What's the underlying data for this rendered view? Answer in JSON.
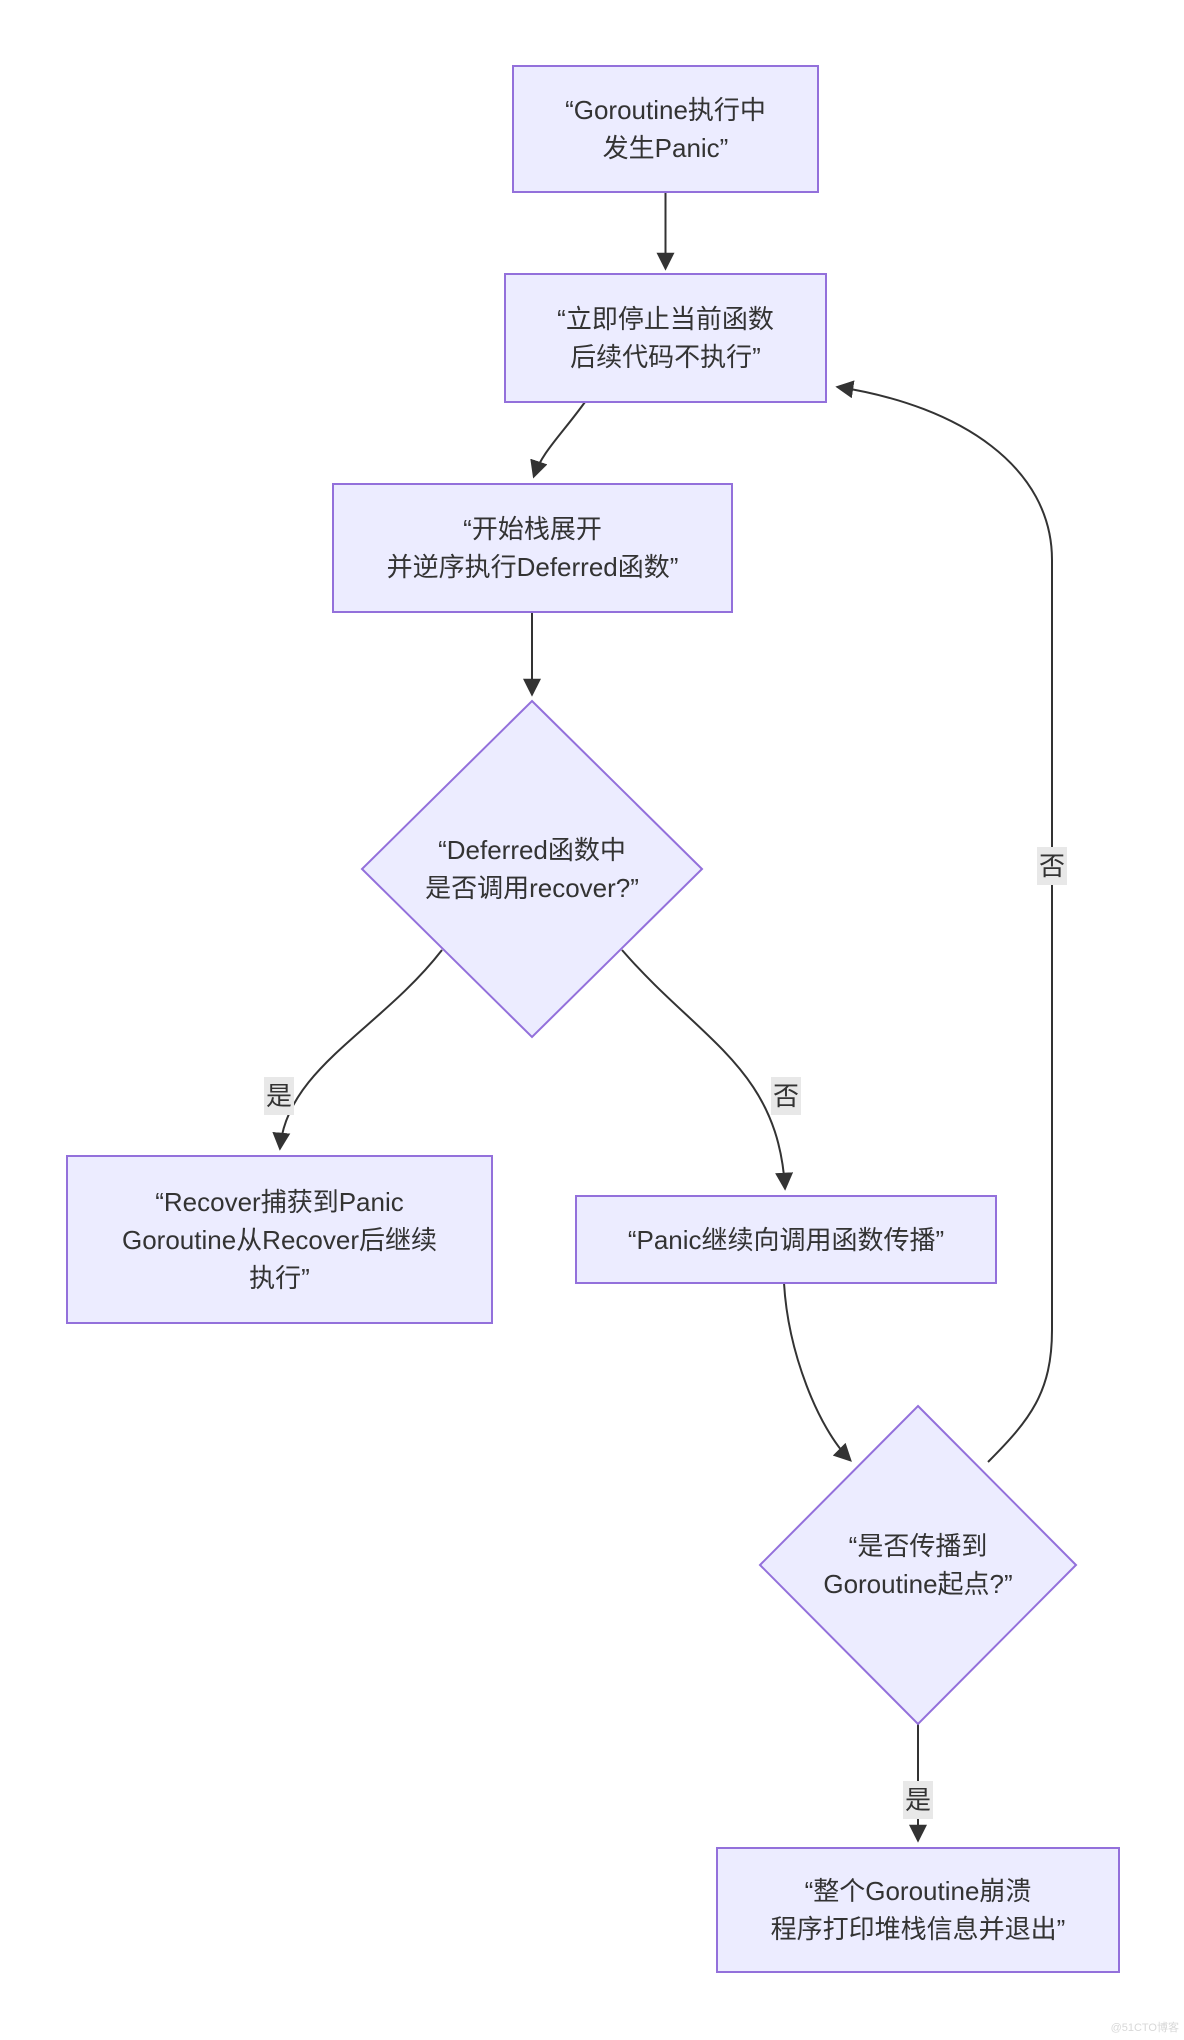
{
  "diagram": {
    "type": "flowchart",
    "nodes": [
      {
        "id": "panic-occurs",
        "shape": "rect",
        "label": "“Goroutine执行中\n发生Panic”"
      },
      {
        "id": "stop-current-fn",
        "shape": "rect",
        "label": "“立即停止当前函数\n后续代码不执行”"
      },
      {
        "id": "stack-unwind",
        "shape": "rect",
        "label": "“开始栈展开\n并逆序执行Deferred函数”"
      },
      {
        "id": "recover-called",
        "shape": "diamond",
        "label": "“Deferred函数中\n是否调用recover?”"
      },
      {
        "id": "recover-caught",
        "shape": "rect",
        "label": "“Recover捕获到Panic\nGoroutine从Recover后继续\n执行”"
      },
      {
        "id": "panic-propagates",
        "shape": "rect",
        "label": "“Panic继续向调用函数传播”"
      },
      {
        "id": "reached-start",
        "shape": "diamond",
        "label": "“是否传播到\nGoroutine起点?”"
      },
      {
        "id": "goroutine-crash",
        "shape": "rect",
        "label": "“整个Goroutine崩溃\n程序打印堆栈信息并退出”"
      }
    ],
    "edge_labels": {
      "recover_yes": "是",
      "recover_no": "否",
      "reached_no": "否",
      "reached_yes": "是"
    },
    "colors": {
      "node_fill": "#ECECFF",
      "node_border": "#9370DB",
      "edge": "#333333",
      "text": "#333333",
      "label_bg": "#e8e8e8",
      "watermark": "#d8d8d8"
    },
    "watermark": "@51CTO博客"
  }
}
